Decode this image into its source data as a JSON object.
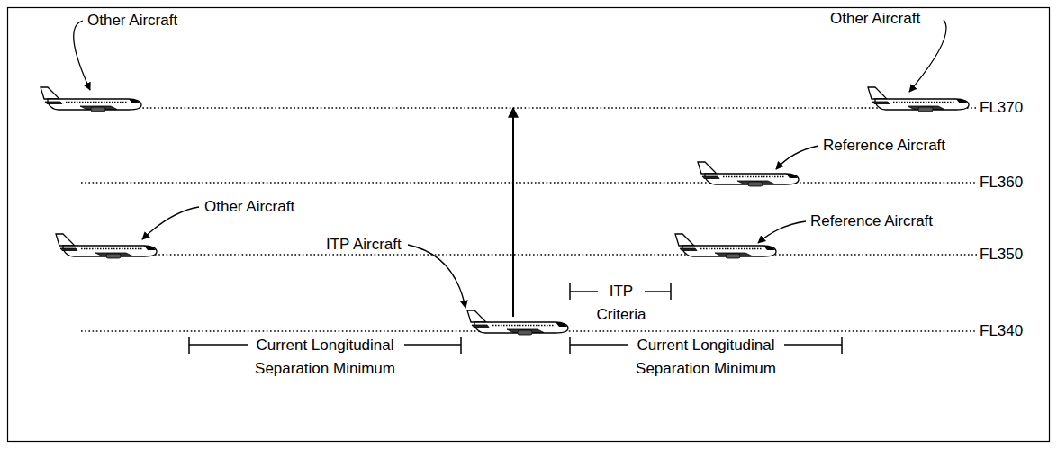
{
  "diagram": {
    "labels": [
      "Other Aircraft",
      "Other Aircraft",
      "Reference Aircraft",
      "Other Aircraft",
      "Reference Aircraft",
      "ITP Aircraft",
      "ITP Criteria",
      "Current Longitudinal Separation Minimum",
      "Current Longitudinal Separation Minimum",
      "FL370",
      "FL360",
      "FL350",
      "FL340"
    ]
  }
}
